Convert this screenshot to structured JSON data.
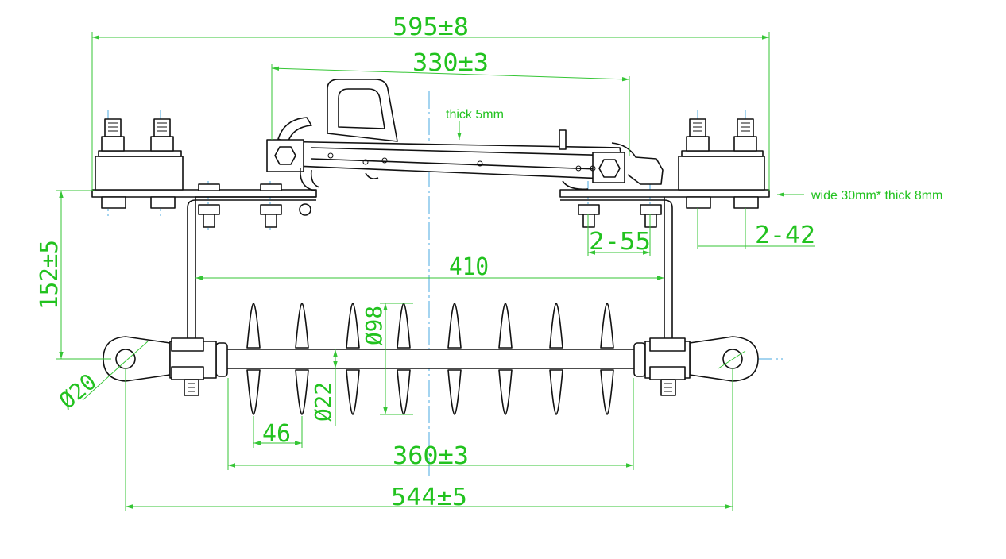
{
  "dimensions": {
    "overall_width": "595±8",
    "arm_span": "330±3",
    "height": "152±5",
    "bracket_span": "410",
    "hole_spacing_small": "2-55",
    "hole_spacing_large": "2-42",
    "shed_diameter": "Ø98",
    "core_diameter": "Ø22",
    "shed_pitch": "46",
    "insulator_length": "360±3",
    "total_length": "544±5",
    "eye_diameter": "Ø20"
  },
  "notes": {
    "arm_thickness": "thick 5mm",
    "plate_size": "wide 30mm* thick 8mm"
  },
  "colors": {
    "dimension": "#22c21f",
    "centerline": "#4aa8e0",
    "outline": "#111111"
  }
}
